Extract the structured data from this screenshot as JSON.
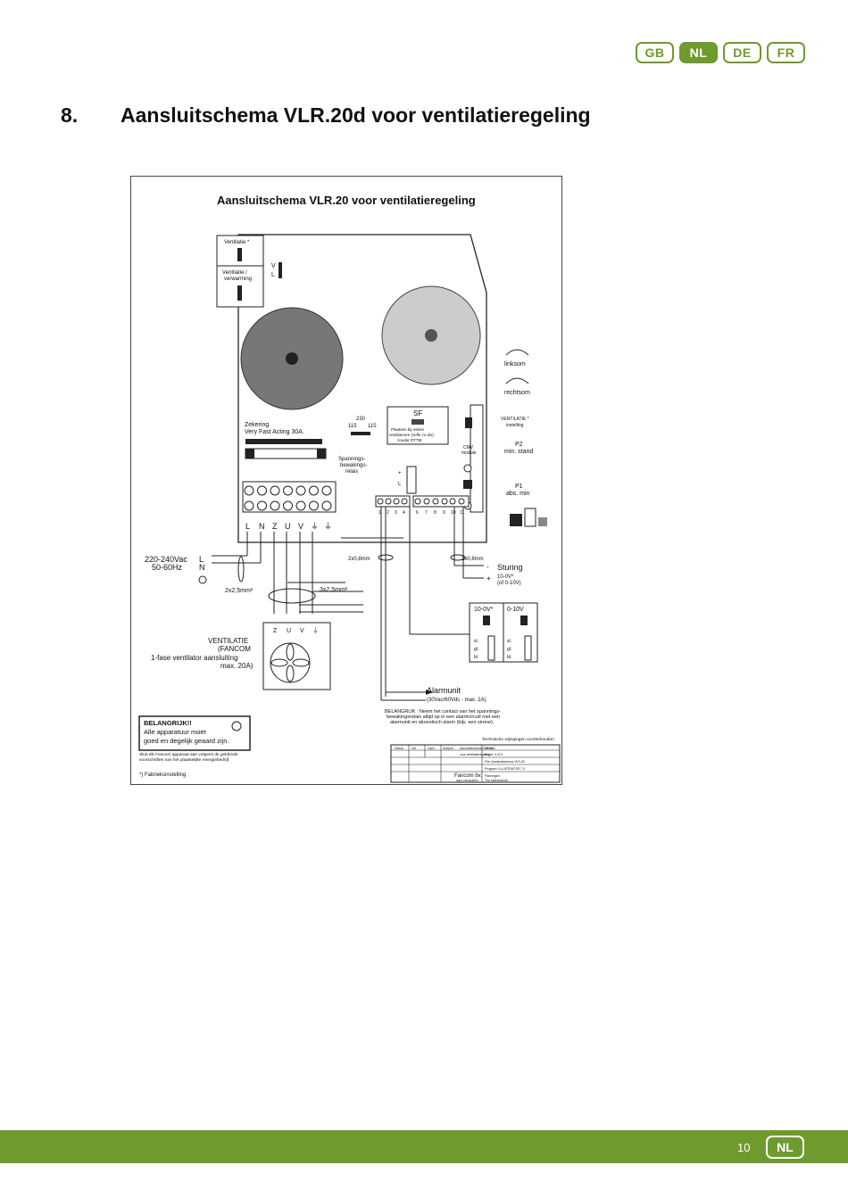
{
  "languages": [
    "GB",
    "NL",
    "DE",
    "FR"
  ],
  "active_language": "NL",
  "heading": {
    "number": "8.",
    "title": "Aansluitschema VLR.20d voor ventilatieregeling"
  },
  "figure": {
    "title": "Aansluitschema VLR.20 voor ventilatieregeling",
    "mode_box": {
      "top": "Ventilatie *",
      "bottom_1": "Ventilatie /",
      "bottom_2": "verwarming",
      "v": "V",
      "l": "L"
    },
    "rotation": {
      "left": "linksom",
      "right": "rechtsom"
    },
    "fuse": {
      "label_1": "Zekering",
      "label_2": "Very Fast Acting 30A."
    },
    "voltage": {
      "v230": "230",
      "v115a": "115",
      "v115b": "115"
    },
    "sf": {
      "title": "SF",
      "text_1": "Plaatsen bij iedere",
      "text_2": "ventilatoren (zelfs zo als)",
      "text_3": "zonder RTTM"
    },
    "cvv_module_1": "CMV",
    "cvv_module_2": "module",
    "ventilatie_setting_1": "VENTILATIE *",
    "ventilatie_setting_2": "instelling",
    "p2_1": "P2",
    "p2_2": "min. stand",
    "p1_1": "P1",
    "p1_2": "abs. min",
    "relay_1": "Spannings-",
    "relay_2": "bewakings-",
    "relay_3": "relais",
    "terminals_main": [
      "L",
      "N",
      "Z",
      "U",
      "V",
      "⏚",
      "⏚"
    ],
    "terminals_small_a": [
      "1",
      "2",
      "3",
      "4"
    ],
    "terminals_small_b": [
      "6",
      "7",
      "8",
      "9",
      "10",
      "11"
    ],
    "supply": {
      "voltage": "220-240Vac",
      "freq": "50-60Hz",
      "l": "L",
      "n": "N"
    },
    "cable_1": "2x2,5mm²",
    "cable_2": "3x2,5mm²",
    "cable_3": "2x0,8mm",
    "cable_4": "2x0,8mm",
    "sturing": {
      "minus": "-",
      "plus": "+",
      "label": "Sturing",
      "range_1": "10-0V*",
      "range_2": "(of 0-10V)"
    },
    "ventilator": {
      "label_1": "VENTILATIE",
      "label_2": "(FANCOM",
      "label_3": "1-fase ventilator aansluiting",
      "label_4": "max. 20A)",
      "terms": [
        "Z",
        "U",
        "V",
        "⏚"
      ]
    },
    "jumper": {
      "h1": "10-0V*",
      "h2": "0-10V",
      "rows": [
        "sl.",
        "gl.",
        "bl."
      ]
    },
    "alarm": {
      "label": "Alarmunit",
      "spec": "(30Vac/60Vdc - max. 2A)"
    },
    "important_note": {
      "l1": "BELANGRIJK : Neem het contact van het spannings-",
      "l2": "bewakingsrelais altijd op in een alarmcircuit met een",
      "l3": "alarmunit en akoestisch alarm (bijv. een sirene)."
    },
    "warning": {
      "l1": "BELANGRIJK!!",
      "l2": "Alle apparatuur moet",
      "l3": "goed en degelijk geaard zijn."
    },
    "note_1": "Sluit elk Fancom apparaat aan volgens de geldende",
    "note_2": "voorschriften van het plaatselijke energiebedrijf.",
    "factory_setting": "*) Fabrieksinstelling",
    "rights": "Technische wijzigingen voorbehouden",
    "title_block": {
      "c1": "Datum",
      "c2": "Init.",
      "c3": "Opm.",
      "c4": "Subject",
      "subject_1": "Aansluitschema VLR.20",
      "subject_2": "voor ventilatieregeling",
      "version": "Version",
      "sheet": "Sheet: 3 of 3",
      "file": "File: Aansluitschema VLR.20",
      "program": "Program: ILLUSTRATOR 7.0",
      "company": "Fancom bv.",
      "company_2": "agro computers",
      "place": "Panningen",
      "place_2": "The Netherlands"
    }
  },
  "footer": {
    "page": "10",
    "lang": "NL"
  }
}
